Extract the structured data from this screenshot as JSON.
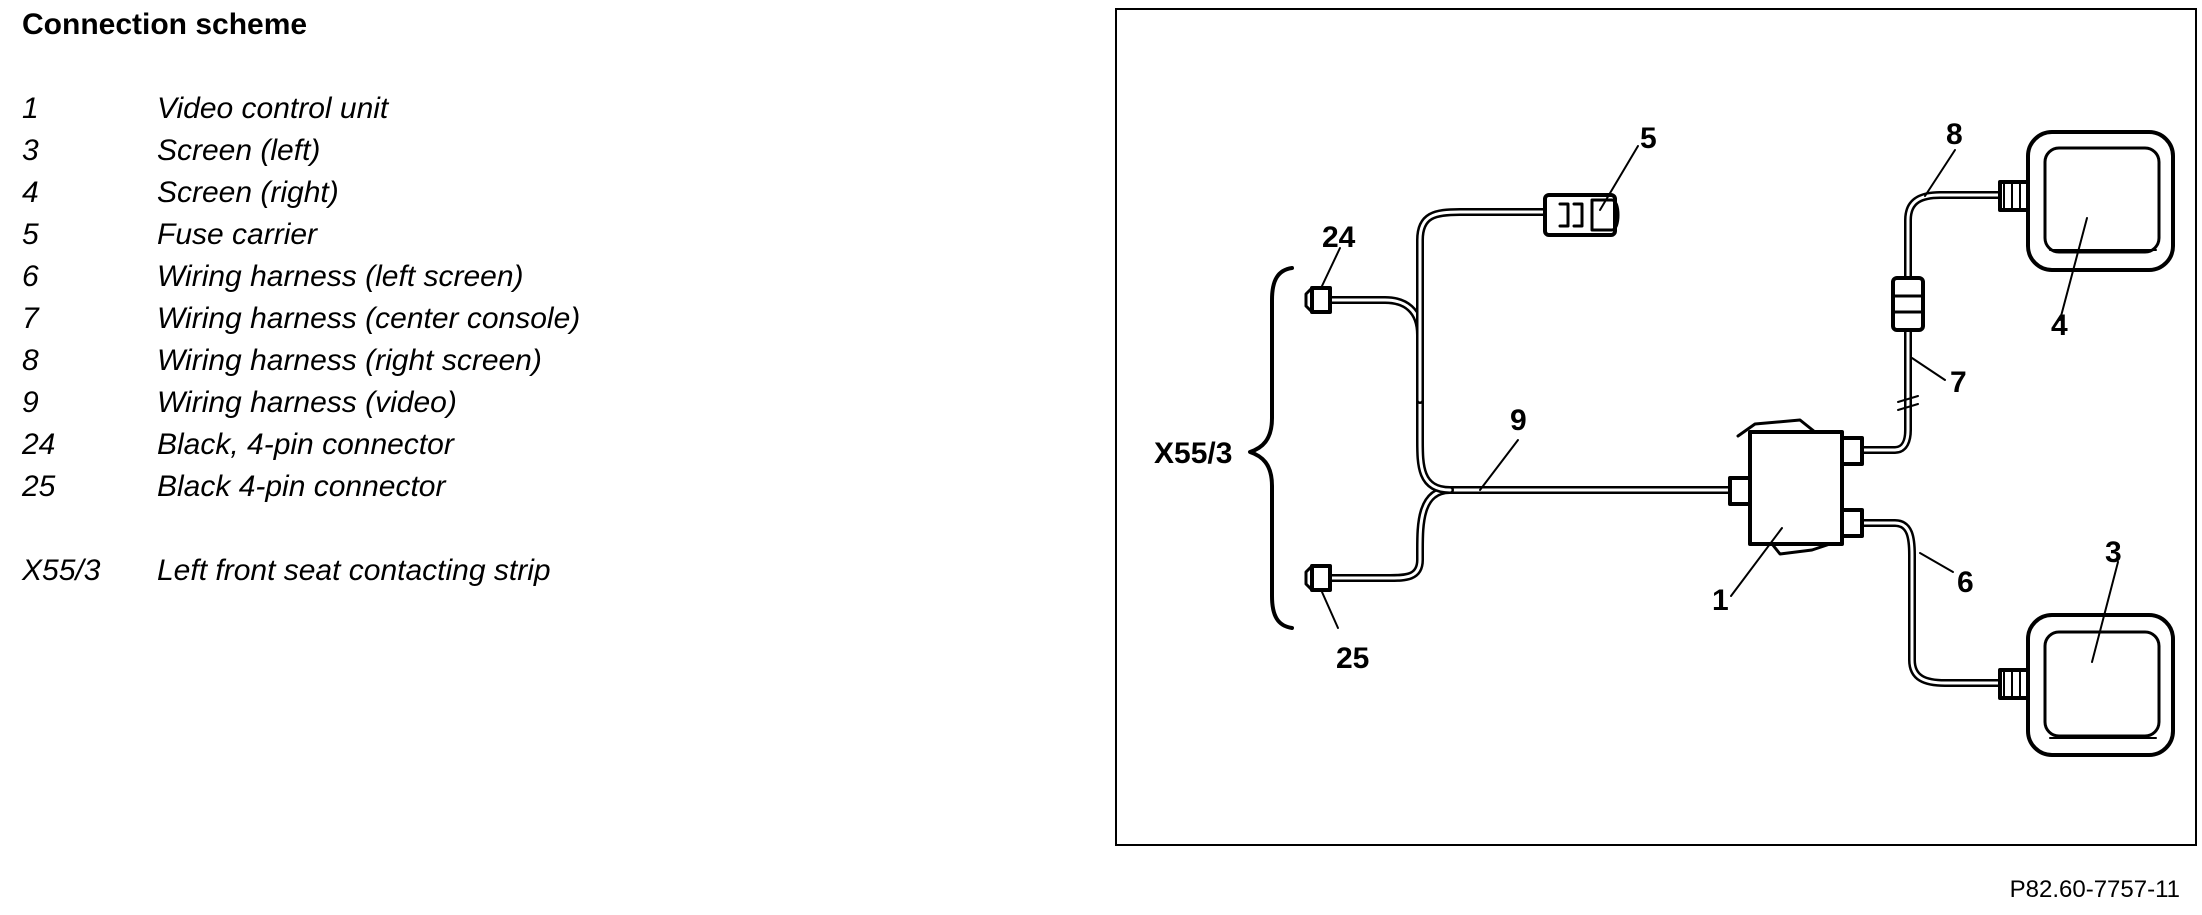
{
  "page": {
    "title": "Connection scheme",
    "figure_code": "P82.60-7757-11"
  },
  "legend": {
    "items": [
      {
        "key": "1",
        "label": "Video control unit"
      },
      {
        "key": "3",
        "label": "Screen (left)"
      },
      {
        "key": "4",
        "label": "Screen (right)"
      },
      {
        "key": "5",
        "label": "Fuse carrier"
      },
      {
        "key": "6",
        "label": "Wiring harness (left screen)"
      },
      {
        "key": "7",
        "label": "Wiring harness (center console)"
      },
      {
        "key": "8",
        "label": "Wiring harness (right screen)"
      },
      {
        "key": "9",
        "label": "Wiring harness (video)"
      },
      {
        "key": "24",
        "label": "Black, 4-pin connector"
      },
      {
        "key": "25",
        "label": "Black 4-pin connector"
      },
      {
        "key": "X55/3",
        "label": "Left front seat contacting strip"
      }
    ]
  },
  "diagram": {
    "callouts": {
      "c1": "1",
      "c3": "3",
      "c4": "4",
      "c5": "5",
      "c6": "6",
      "c7": "7",
      "c8": "8",
      "c9": "9",
      "c24": "24",
      "c25": "25",
      "x553": "X55/3"
    }
  }
}
